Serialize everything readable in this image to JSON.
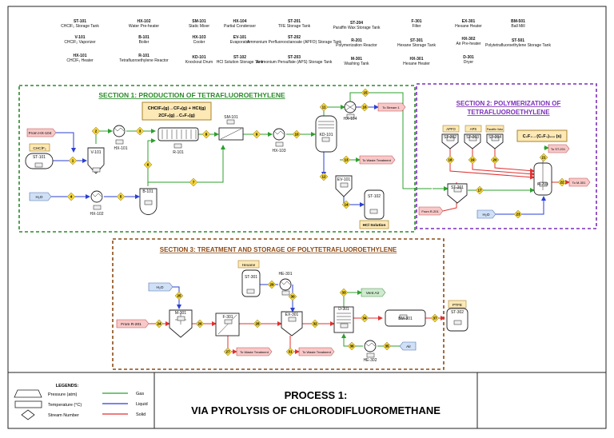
{
  "equipment_list": [
    {
      "tag": "ST-101",
      "desc": "CHClF₂ Storage Tank"
    },
    {
      "tag": "V-101",
      "desc": "CHClF₂ Vaporizer"
    },
    {
      "tag": "HX-101",
      "desc": "CHClF₂ Heater"
    },
    {
      "tag": "HX-102",
      "desc": "Water Pre-heater"
    },
    {
      "tag": "B-101",
      "desc": "Boiler"
    },
    {
      "tag": "R-101",
      "desc": "Tetrafluoroethylene Reactor"
    },
    {
      "tag": "SM-101",
      "desc": "Static Mixer"
    },
    {
      "tag": "HX-103",
      "desc": "Cooler"
    },
    {
      "tag": "KD-101",
      "desc": "Knockout Drum"
    },
    {
      "tag": "HX-104",
      "desc": "Partial Condenser"
    },
    {
      "tag": "EV-101",
      "desc": "Evaporator"
    },
    {
      "tag": "ST-102",
      "desc": "HCl Solution Storage Tank"
    },
    {
      "tag": "ST-201",
      "desc": "TFE Storage Tank"
    },
    {
      "tag": "ST-202",
      "desc": "Ammonium Perfluorooctanoate (APFO) Storage Tank"
    },
    {
      "tag": "ST-203",
      "desc": "Ammonium Persulfate (APS) Storage Tank"
    },
    {
      "tag": "ST-204",
      "desc": "Paraffin Wax Storage Tank"
    },
    {
      "tag": "R-201",
      "desc": "Polymerization Reactor"
    },
    {
      "tag": "M-301",
      "desc": "Washing Tank"
    },
    {
      "tag": "F-301",
      "desc": "Filter"
    },
    {
      "tag": "ST-301",
      "desc": "Hexane Storage Tank"
    },
    {
      "tag": "HX-301",
      "desc": "Hexane Heater"
    },
    {
      "tag": "EX-301",
      "desc": "Hexane Heater"
    },
    {
      "tag": "HX-302",
      "desc": "Air Pre-heater"
    },
    {
      "tag": "D-301",
      "desc": "Dryer"
    },
    {
      "tag": "BM-501",
      "desc": "Ball Mill"
    },
    {
      "tag": "ST-501",
      "desc": "Polytetrafluoroethylene Storage Tank"
    }
  ],
  "sections": {
    "s1": "SECTION 1: PRODUCTION OF TETRAFLUOROETHYLENE",
    "s2": "SECTION 2: POLYMERIZATION OF TETRAFLUOROETHYLENE",
    "s3": "SECTION 3: TREATMENT AND STORAGE OF POLYTETRAFLUOROETHYLENE"
  },
  "reactions": {
    "r1": "CHClF₂(g)→CF₂(g) + HCl(g)",
    "r2": "2CF₂(g)→C₂F₄(g)",
    "r3": "C₂F₄→(C₂F₄)₁₀₀ (s)"
  },
  "units": {
    "st101": "ST-101",
    "v101": "V-101",
    "hx101": "HX-101",
    "hx102": "HX-102",
    "b101": "B-101",
    "r101": "R-101",
    "sm101": "SM-101",
    "hx103": "HX-103",
    "kd101": "KD-101",
    "hx104": "HX-104",
    "ev101": "EV-101",
    "st102": "ST-102",
    "st201": "ST-201",
    "st202": "ST-202",
    "st203": "ST-203",
    "st204": "ST-204",
    "r201": "R-201",
    "m301": "M-301",
    "f301": "F-301",
    "st301": "ST-301",
    "ex301": "EX-301",
    "he301": "HE-301",
    "d301": "D-301",
    "bm301": "BM-301",
    "he302": "HE-302",
    "st302": "ST-302"
  },
  "feeds": {
    "chclf2": "CHClF₂",
    "from_hx104": "From HX-104",
    "h2o_1": "H₂O",
    "waste_1": "To Waste Treatment",
    "hcl": "HCl Solution",
    "to_stream1": "To Stream 1",
    "apfo": "APFO",
    "aps": "APS",
    "paraffin": "Paraffin Wax",
    "to_st201": "To ST-201",
    "to_m301": "To M-301",
    "from_r201_short": "From R-201",
    "h2o_2": "H₂O",
    "h2o_3": "H₂O",
    "from_r201": "From R-201",
    "hexane": "Hexane",
    "vent_air": "Vent Air",
    "air": "Air",
    "waste_2": "To Waste Treatment",
    "waste_3": "To Waste Treatment",
    "ptfe": "PTFE"
  },
  "streams": [
    "1",
    "2",
    "3",
    "4",
    "5",
    "6",
    "7",
    "8",
    "9",
    "10",
    "11",
    "12",
    "13",
    "14",
    "15",
    "16",
    "17",
    "18",
    "19",
    "20",
    "21",
    "22",
    "23",
    "24",
    "25",
    "26",
    "27",
    "28",
    "29",
    "30",
    "31",
    "32",
    "33",
    "34",
    "35",
    "36",
    "37"
  ],
  "legend": {
    "title": "LEGENDS:",
    "pressure": "Pressure (atm)",
    "temperature": "Temperature (°C)",
    "stream": "Stream Number",
    "gas": "Gas",
    "liquid": "Liquid",
    "solid": "Solid"
  },
  "title": {
    "line1": "PROCESS 1:",
    "line2": "VIA PYROLYSIS OF CHLORODIFLUOROMETHANE"
  },
  "colors": {
    "gas": "#2ca02c",
    "liquid": "#2b3fd6",
    "solid": "#e03030",
    "diamond": "#f2d43a",
    "section1": "#2b8a2b",
    "section2": "#7a2fb8",
    "section3": "#8b4a16"
  }
}
